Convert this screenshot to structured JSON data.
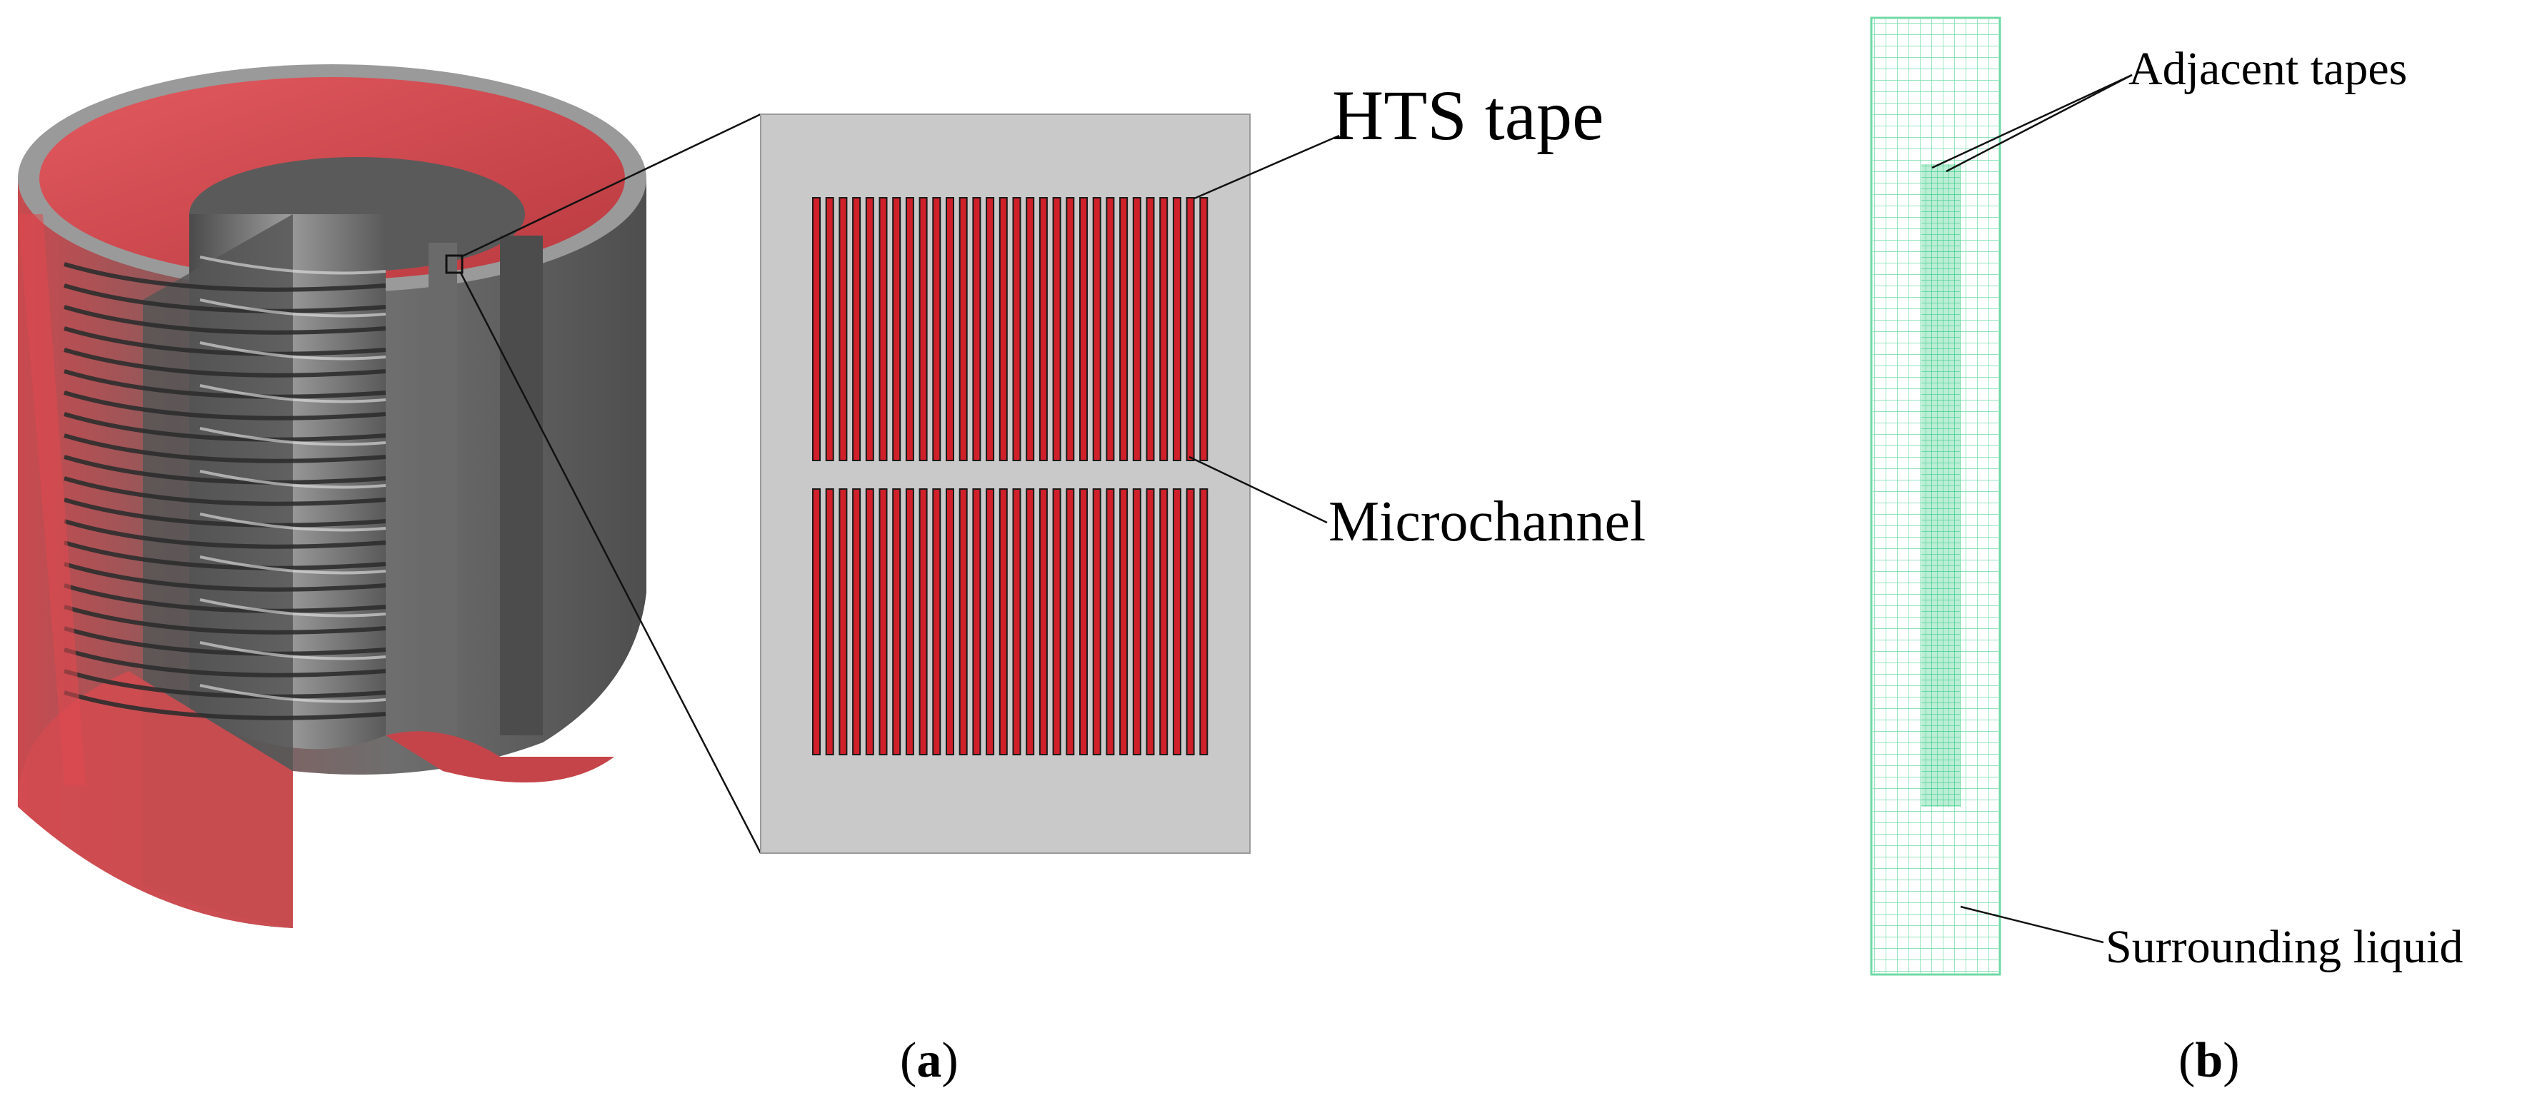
{
  "labels": {
    "hts_tape": "HTS tape",
    "microchannel": "Microchannel",
    "adjacent_tapes": "Adjacent tapes",
    "surrounding_liquid": "Surrounding liquid"
  },
  "captions": {
    "a_open": "(",
    "a_letter": "a",
    "a_close": ")",
    "b_open": "(",
    "b_letter": "b",
    "b_close": ")"
  },
  "colors": {
    "tape_red": "#d0202a",
    "coil_red": "#e0484e",
    "coil_gray": "#7a7a7a",
    "panel_gray": "#c9c9c9",
    "mesh_green": "#3fce8a"
  }
}
